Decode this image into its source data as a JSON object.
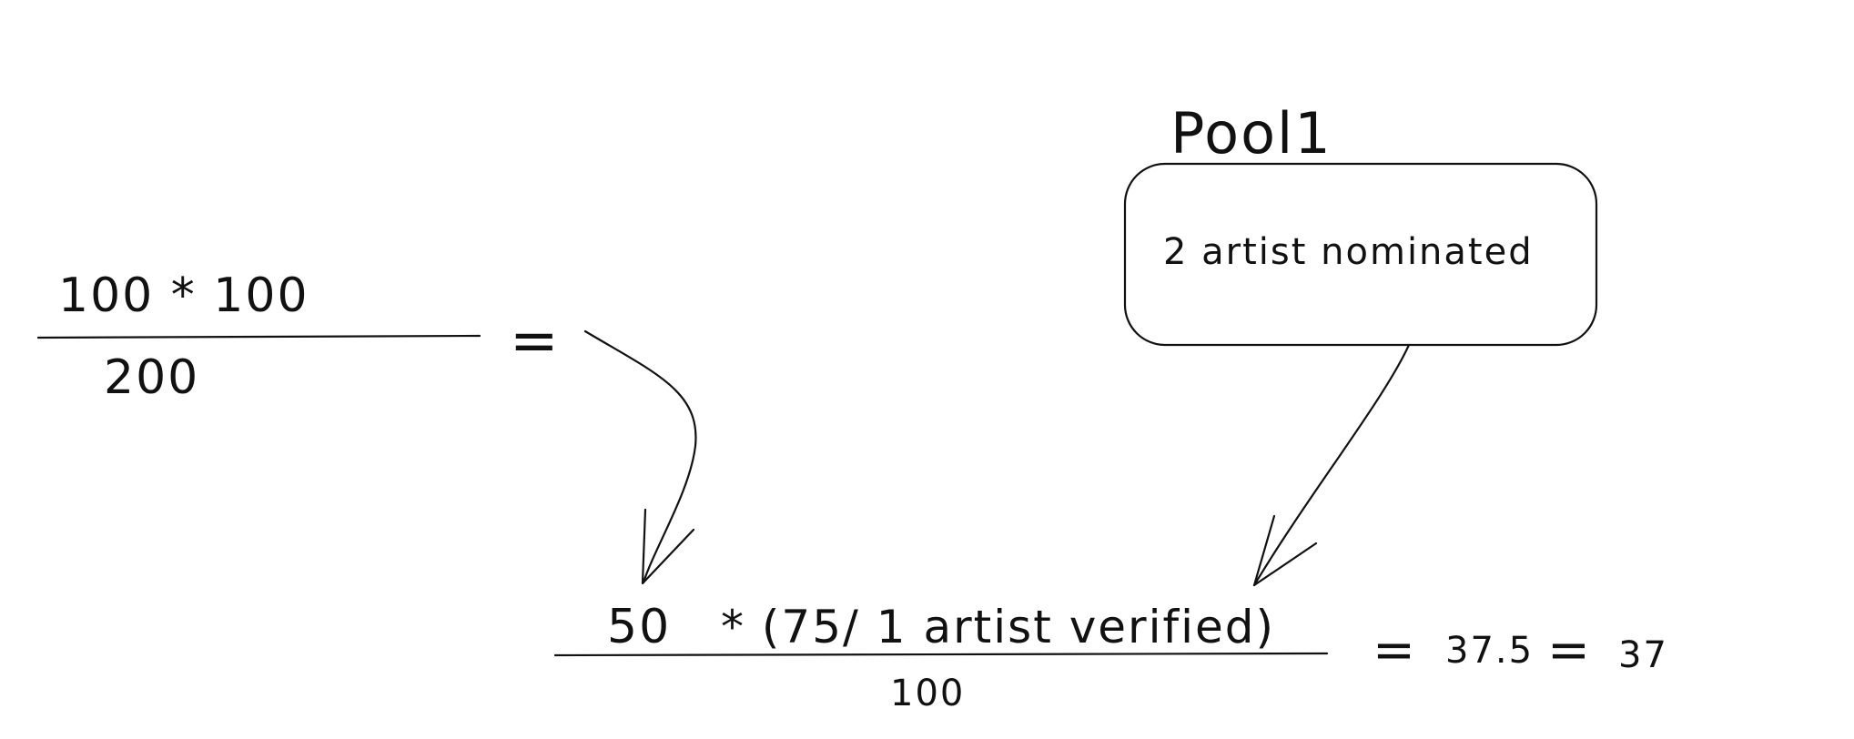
{
  "left_fraction": {
    "numerator": "100 * 100",
    "denominator": "200",
    "equals": "="
  },
  "pool": {
    "title": "Pool1",
    "box_text": "2 artist nominated"
  },
  "bottom_fraction": {
    "numerator_left": "50",
    "numerator_right": "* (75/ 1 artist verified)",
    "denominator": "100"
  },
  "result": {
    "equals_1": "=",
    "value_1": "37.5",
    "equals_2": "=",
    "value_2": "37"
  }
}
